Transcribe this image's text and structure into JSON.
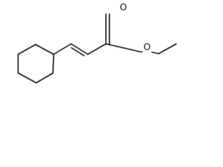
{
  "molecule": {
    "atoms": [
      {
        "id": "ring-c1",
        "element": "C"
      },
      {
        "id": "ring-c2",
        "element": "C"
      },
      {
        "id": "ring-c3",
        "element": "C"
      },
      {
        "id": "ring-c4",
        "element": "C"
      },
      {
        "id": "ring-c5",
        "element": "C"
      },
      {
        "id": "ring-c6",
        "element": "C"
      },
      {
        "id": "vinyl-c1",
        "element": "C"
      },
      {
        "id": "vinyl-c2",
        "element": "C"
      },
      {
        "id": "carbonyl-c",
        "element": "C"
      },
      {
        "id": "carbonyl-o",
        "element": "O",
        "label": "O"
      },
      {
        "id": "ester-o",
        "element": "O",
        "label": "O"
      },
      {
        "id": "ethyl-c1",
        "element": "C"
      },
      {
        "id": "ethyl-c2",
        "element": "C"
      }
    ],
    "bonds": [
      {
        "from": "ring-c1",
        "to": "ring-c2",
        "order": 1
      },
      {
        "from": "ring-c2",
        "to": "ring-c3",
        "order": 1
      },
      {
        "from": "ring-c3",
        "to": "ring-c4",
        "order": 1
      },
      {
        "from": "ring-c4",
        "to": "ring-c5",
        "order": 1
      },
      {
        "from": "ring-c5",
        "to": "ring-c6",
        "order": 1
      },
      {
        "from": "ring-c6",
        "to": "ring-c1",
        "order": 1
      },
      {
        "from": "ring-c1",
        "to": "vinyl-c1",
        "order": 1
      },
      {
        "from": "vinyl-c1",
        "to": "vinyl-c2",
        "order": 2
      },
      {
        "from": "vinyl-c2",
        "to": "carbonyl-c",
        "order": 1
      },
      {
        "from": "carbonyl-c",
        "to": "carbonyl-o",
        "order": 2
      },
      {
        "from": "carbonyl-c",
        "to": "ester-o",
        "order": 1
      },
      {
        "from": "ester-o",
        "to": "ethyl-c1",
        "order": 1
      },
      {
        "from": "ethyl-c1",
        "to": "ethyl-c2",
        "order": 1
      }
    ]
  },
  "colors": {
    "bond": "#000000",
    "background": "#ffffff"
  }
}
